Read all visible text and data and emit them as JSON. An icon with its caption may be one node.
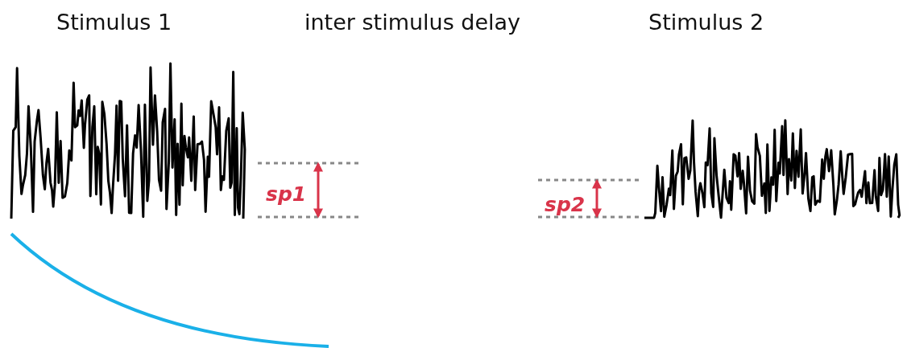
{
  "diagram": {
    "labels": [
      "Stimulus 1",
      "inter stimulus delay",
      "Stimulus 2",
      "sp1",
      "sp2"
    ]
  }
}
